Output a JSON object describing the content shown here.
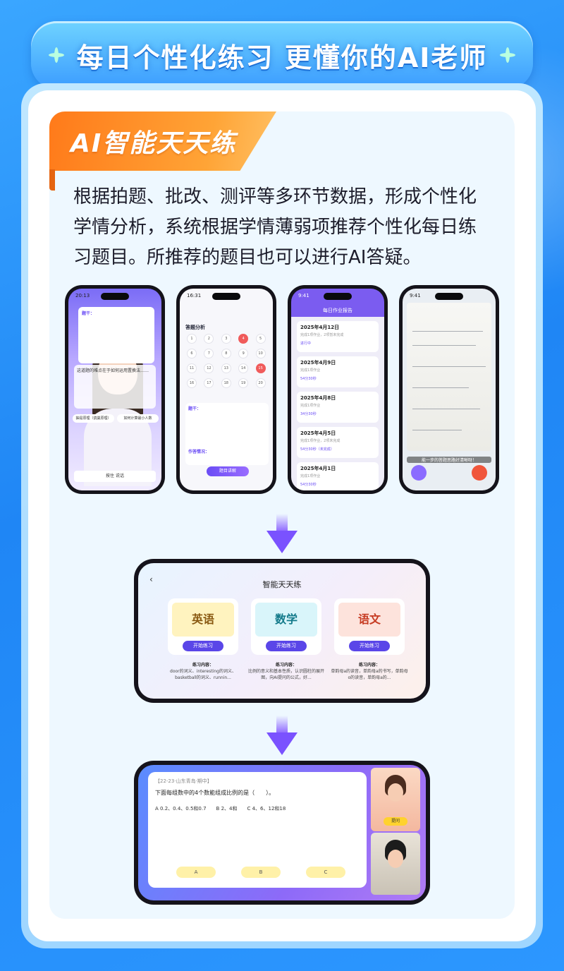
{
  "header": {
    "title": "每日个性化练习  更懂你的AI老师"
  },
  "section": {
    "tag": "AI智能天天练",
    "description": "根据拍题、批改、测评等多环节数据，形成个性化学情分析，系统根据学情薄弱项推荐个性化每日练习题目。所推荐的题目也可以进行AI答疑。"
  },
  "phone1": {
    "time": "20:13",
    "q_label": "题干：",
    "chat_text": "这道题的难点在于如何运用置换法……",
    "btn1": "抽屉原理（鸽巢原理）",
    "btn2": "如何计算最小人数",
    "talk": "按住 说话"
  },
  "phone2": {
    "time": "16:31",
    "section": "答题分析",
    "numbers": [
      "1",
      "2",
      "3",
      "4",
      "5",
      "6",
      "7",
      "8",
      "9",
      "10",
      "11",
      "12",
      "13",
      "14",
      "15",
      "16",
      "17",
      "18",
      "19",
      "20"
    ],
    "q_label": "题干：",
    "work_label": "作答情况：",
    "cta": "题目讲解"
  },
  "phone3": {
    "time": "9:41",
    "title": "每日作业报告",
    "reports": [
      {
        "date": "2025年4月12日",
        "meta": "完成1项作业，2项暂未完成",
        "tag": "进行中"
      },
      {
        "date": "2025年4月9日",
        "meta": "完成1项作业",
        "tag": "54分30秒"
      },
      {
        "date": "2025年4月8日",
        "meta": "完成1项作业",
        "tag": "34分30秒"
      },
      {
        "date": "2025年4月5日",
        "meta": "完成1项作业，2项未完成",
        "tag": "54分30秒（未完成）"
      },
      {
        "date": "2025年4月1日",
        "meta": "完成1项作业",
        "tag": "54分30秒"
      }
    ]
  },
  "phone4": {
    "time": "9:41",
    "caption": "能一步的答题思路好清晰呀！"
  },
  "land1": {
    "title": "智能天天练",
    "subjects": [
      {
        "name": "英语",
        "go": "开始练习",
        "info_label": "练习内容：",
        "info": "door的词义、interesting的词义、basketball的词义、runnin..."
      },
      {
        "name": "数学",
        "go": "开始练习",
        "info_label": "练习内容：",
        "info": "比例的意义和基本性质，认识圆柱的展开图，向AI提问的公式，好..."
      },
      {
        "name": "语文",
        "go": "开始练习",
        "info_label": "练习内容：",
        "info": "单韵母a的读音，单韵母a的书写，单韵母o的读音，单韵母a的..."
      }
    ]
  },
  "land2": {
    "source": "【22-23·山东青岛·期中】",
    "stem": "下面每组数中的4个数能组成比例的是（　　）。",
    "opt_a": "A  0.2、0.4、0.5和0.7",
    "opt_b": "B  2、4和",
    "opt_c": "C  4、6、12和18",
    "ans_a": "A",
    "ans_b": "B",
    "ans_c": "C",
    "ask": "提问"
  },
  "colors": {
    "accent": "#6a4cf5",
    "orange": "#ff8a24",
    "blue": "#2b8cff"
  }
}
